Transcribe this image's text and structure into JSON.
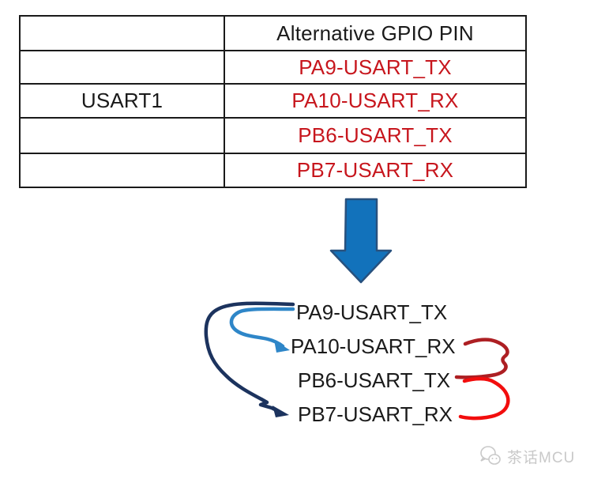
{
  "table": {
    "header": "Alternative GPIO PIN",
    "row_label": "USART1",
    "pins": [
      "PA9-USART_TX",
      "PA10-USART_RX",
      "PB6-USART_TX",
      "PB7-USART_RX"
    ]
  },
  "flow": {
    "items": [
      "PA9-USART_TX",
      "PA10-USART_RX",
      "PB6-USART_TX",
      "PB7-USART_RX"
    ],
    "connections": [
      {
        "from": "PA9-USART_TX",
        "to": "PA10-USART_RX",
        "side": "left",
        "color": "#2E86C8"
      },
      {
        "from": "PA9-USART_TX",
        "to": "PB7-USART_RX",
        "side": "left",
        "color": "#1C335E"
      },
      {
        "from": "PA10-USART_RX",
        "to": "PB6-USART_TX",
        "side": "right",
        "color": "#AD1F23"
      },
      {
        "from": "PB6-USART_TX",
        "to": "PB7-USART_RX",
        "side": "right",
        "color": "#F20D0D"
      }
    ]
  },
  "watermark": {
    "icon": "chat-bubbles-icon",
    "text": "茶话MCU"
  },
  "colors": {
    "table_border": "#1a1a1a",
    "text_black": "#1a1a1a",
    "pin_red": "#C7161D",
    "big_arrow_fill": "#1272BB",
    "big_arrow_border": "#28517E",
    "curve_light_blue": "#2E86C8",
    "curve_navy": "#1C335E",
    "curve_dark_red": "#AD1F23",
    "curve_bright_red": "#F20D0D",
    "watermark_gray": "#c9c9c9"
  }
}
